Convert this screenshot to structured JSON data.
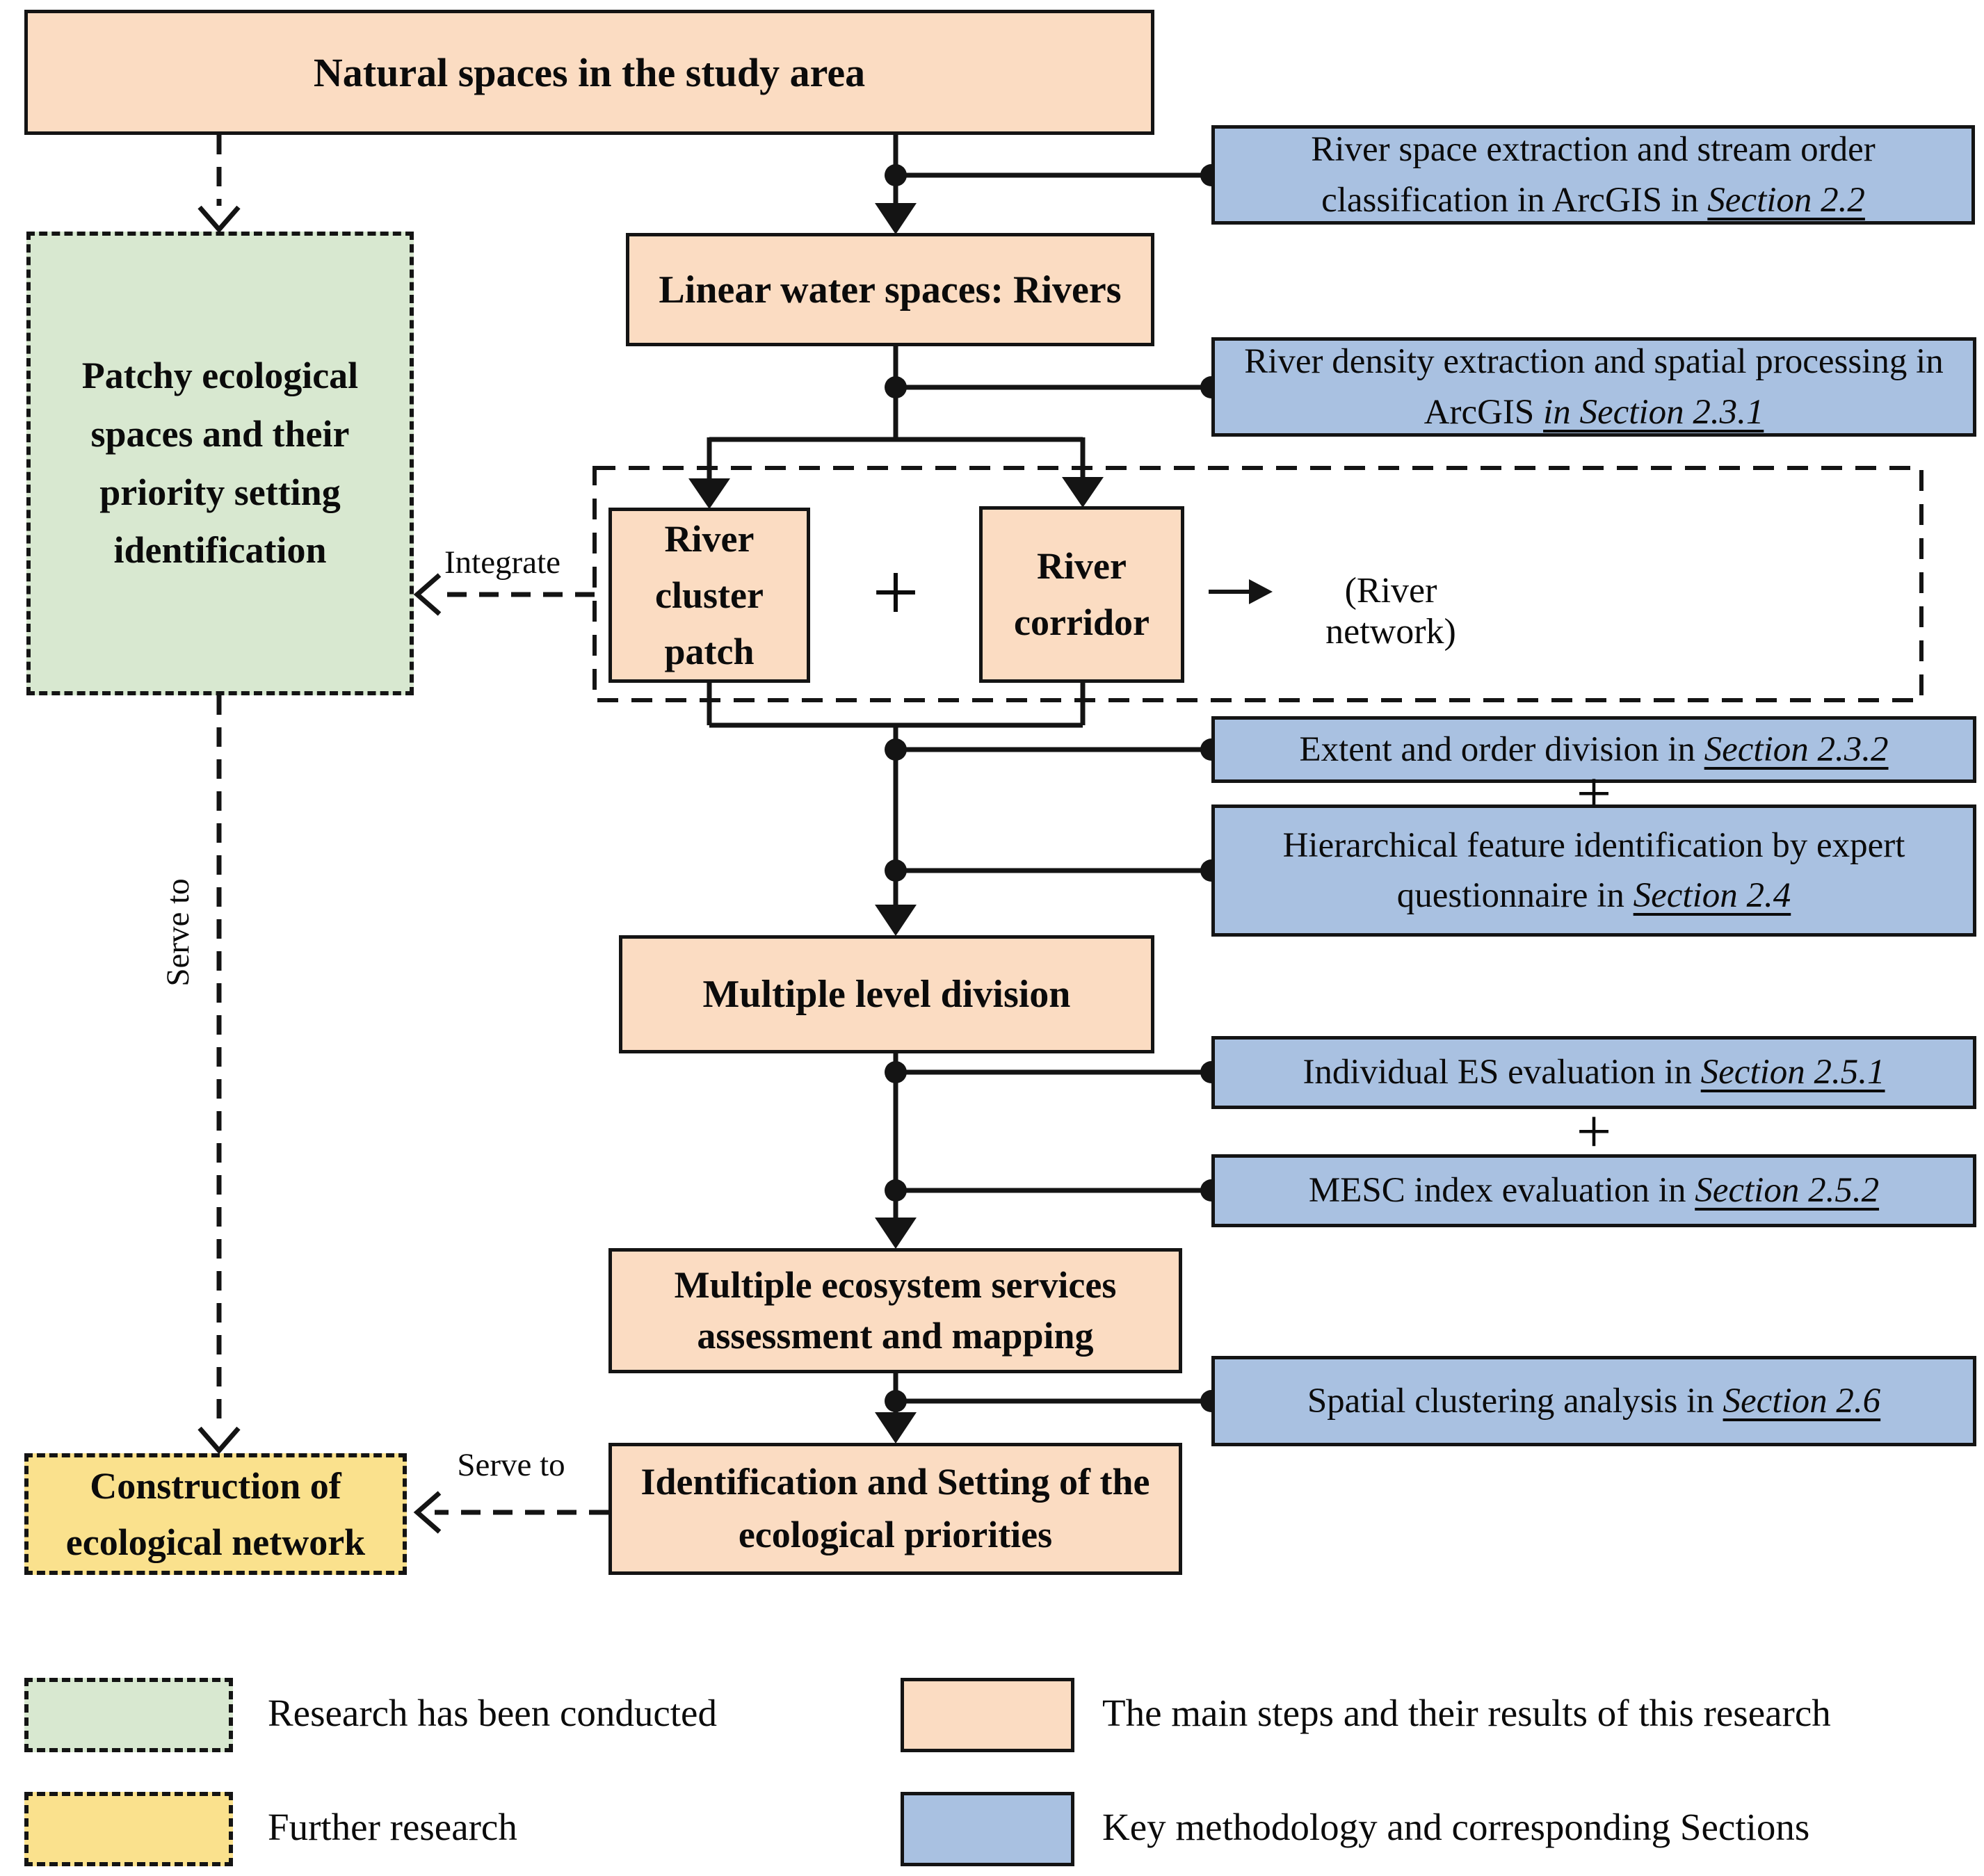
{
  "flow": {
    "natural_spaces": "Natural spaces in the study area",
    "linear_water": "Linear water spaces: Rivers",
    "river_cluster_patch": "River cluster patch",
    "river_corridor": "River corridor",
    "river_network": "(River network)",
    "plus": "+",
    "multiple_level": "Multiple level division",
    "multiple_es": "Multiple ecosystem services assessment and mapping",
    "identification": "Identification and Setting of the ecological priorities"
  },
  "side": {
    "patchy": "Patchy ecological spaces and their priority setting identification",
    "construction": "Construction of ecological network",
    "integrate": "Integrate",
    "serve_to_vertical": "Serve to",
    "serve_to_horizontal": "Serve to"
  },
  "method_boxes": [
    {
      "prefix": "River space extraction and stream order classification in ArcGIS in ",
      "section": "Section 2.2"
    },
    {
      "prefix": "River density extraction and spatial processing in ArcGIS ",
      "section": "in Section 2.3.1"
    },
    {
      "prefix": "Extent and order division in ",
      "section": "Section 2.3.2"
    },
    {
      "prefix": "Hierarchical feature identification by expert questionnaire in ",
      "section": "Section 2.4"
    },
    {
      "prefix": "Individual ES evaluation in ",
      "section": "Section 2.5.1"
    },
    {
      "prefix": "MESC index evaluation in ",
      "section": "Section 2.5.2"
    },
    {
      "prefix": "Spatial clustering analysis in ",
      "section": "Section 2.6"
    }
  ],
  "legend": [
    {
      "label": "Research has been conducted"
    },
    {
      "label": "Further research"
    },
    {
      "label": "The main steps and their results of this research"
    },
    {
      "label": "Key methodology and corresponding Sections"
    }
  ],
  "colors": {
    "step_fill": "#fbdcc2",
    "method_fill": "#a9c1e1",
    "conducted_fill": "#d8e8d0",
    "further_fill": "#fae18d",
    "line": "#141414"
  }
}
